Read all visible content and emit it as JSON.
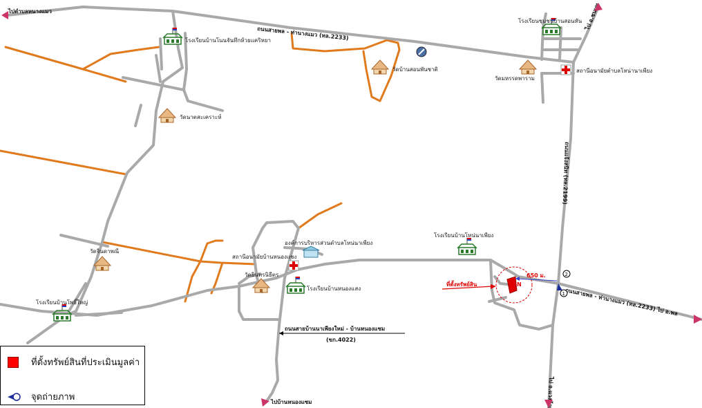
{
  "map": {
    "road_labels": {
      "top_west": "ไปตำบลหนางแมว",
      "top_highway": "ถนนสายพล - ท่านางแมว (ทล.2233)",
      "top_right_vertical": "ไป อ.ชนบท",
      "east_highway": "ถนนสายพล - ท่านางแมว (ทล.2233) ไป อ.พล",
      "vertical_road": "ถนนแจ้งสนิท (ทล.2199)",
      "bottom_right": "ไป อ.แวงน้อย",
      "local_road_name": "ถนนสายบ้านนาเพียงใหม่ - บ้านหนองแซม",
      "local_road_code": "(ขก.4022)",
      "bottom_south": "ไปบ้านหนองแซม",
      "distance": "650 ม."
    },
    "places": {
      "school_top_left": "โรงเรียนบ้านโนนจันทึกห้วยแคริหยา",
      "school_top_right": "โรงเรียนชุมชนบ้านสอนหัน",
      "wat_nonphanchad": "วัดบ้านสอนพันชาติ",
      "wat_top_right": "วัดมหรรดพาราม",
      "health_top_right": "สถานีอนามัยตำบลโหน่านาเพียง",
      "wat_nong_khrao": "วัดนาตสะเคราะห์",
      "school_nonghinaphiang": "โรงเรียนบ้านโหน่นาเพียง",
      "tao": "องค์การบริหารส่วนตำบลโหน่นาเพียง",
      "health_center": "สถานีอนามัยบ้านหนองแซง",
      "wat_center": "วัดยินทรนิธีตร",
      "school_center": "โรงเรียนบ้านหนองแสง",
      "wat_left": "วัดจินดาพณี",
      "school_left": "โรงเรียนบ้านโพธิ์ใหญ่",
      "property": "ที่ตั้งทรัพย์สิน"
    },
    "markers": {
      "photo_1": "1",
      "photo_2": "2"
    },
    "colors": {
      "road_main": "#a9a9a9",
      "road_orange": "#e07a1c",
      "property": "#e00000",
      "arrow": "#cc3366"
    }
  },
  "legend": {
    "property_label": "ที่ตั้งทรัพย์สินที่ประเมินมูลค่า",
    "photo_label": "จุดถ่ายภาพ"
  }
}
